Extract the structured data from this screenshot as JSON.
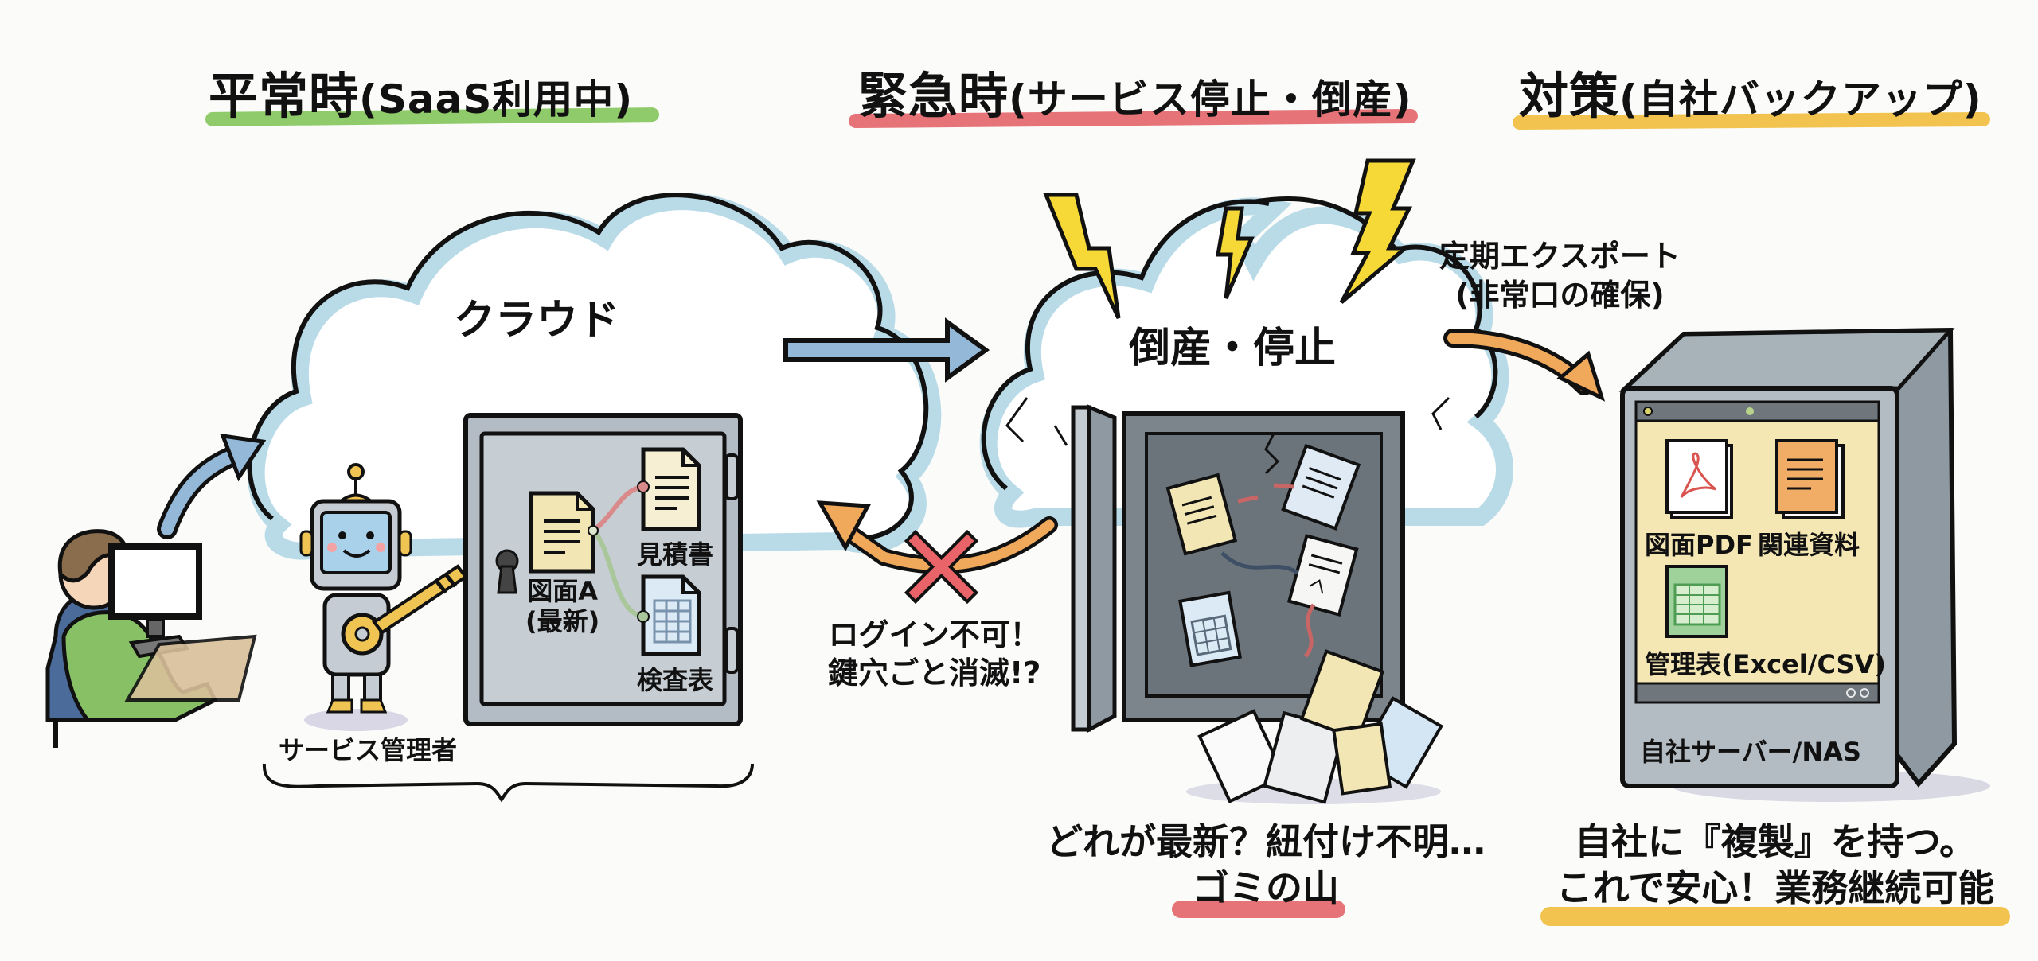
{
  "colors": {
    "background": "#fbfbf9",
    "underline_normal": "#8fcb6a",
    "underline_emergency": "#e57378",
    "underline_solution": "#f2c34e",
    "cloud_fill": "#ffffff",
    "cloud_edge": "#b9dbe8",
    "arrow_blue": "#94b8d8",
    "arrow_orange": "#f0a85a",
    "safe_gray": "#b3bcc4",
    "server_gray": "#98a3ab",
    "lightning": "#f6d937",
    "cross_red": "#e86468"
  },
  "sections": {
    "normal": {
      "heading": "平常時",
      "heading_sub": "(SaaS利用中)",
      "cloud_label": "クラウド",
      "robot_label": "サービス管理者",
      "safe_files": [
        {
          "name": "図面A",
          "note": "(最新)"
        },
        {
          "name": "見積書"
        },
        {
          "name": "検査表"
        }
      ]
    },
    "emergency": {
      "heading": "緊急時",
      "heading_sub": "(サービス停止・倒産)",
      "cloud_label": "倒産・停止",
      "login_fail_line1": "ログイン不可！",
      "login_fail_line2": "鍵穴ごと消滅!?",
      "caption_line1": "どれが最新？紐付け不明…",
      "caption_line2": "ゴミの山"
    },
    "solution": {
      "heading": "対策",
      "heading_sub": "(自社バックアップ)",
      "export_line1": "定期エクスポート",
      "export_line2": "(非常口の確保)",
      "server_files": [
        {
          "name": "図面PDF",
          "icon": "pdf-file-icon"
        },
        {
          "name": "関連資料",
          "icon": "document-stack-icon"
        },
        {
          "name": "管理表(Excel/CSV)",
          "icon": "spreadsheet-file-icon"
        }
      ],
      "server_label": "自社サーバー/NAS",
      "caption_line1": "自社に『複製』を持つ。",
      "caption_line2": "これで安心！業務継続可能"
    }
  }
}
